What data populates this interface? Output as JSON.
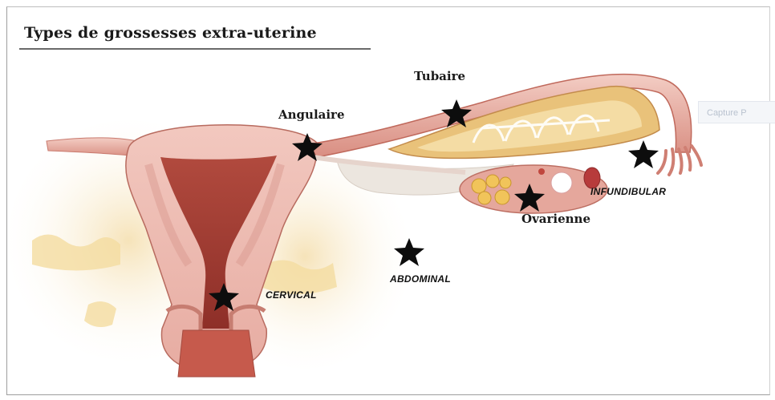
{
  "title": "Types de grossesses extra-uterine",
  "ghost_tooltip": "Capture P",
  "labels": {
    "tubaire": "Tubaire",
    "angulaire": "Angulaire",
    "infundibular": "INFUNDIBULAR",
    "ovarienne": "Ovarienne",
    "abdominal": "ABDOMINAL",
    "cervical": "CERVICAL"
  },
  "colors": {
    "star": "#0d0d0d",
    "tissue_light": "#efc3bb",
    "tissue_dark": "#b8574a",
    "cavity": "#a63d33",
    "fat": "#f2d38a"
  }
}
